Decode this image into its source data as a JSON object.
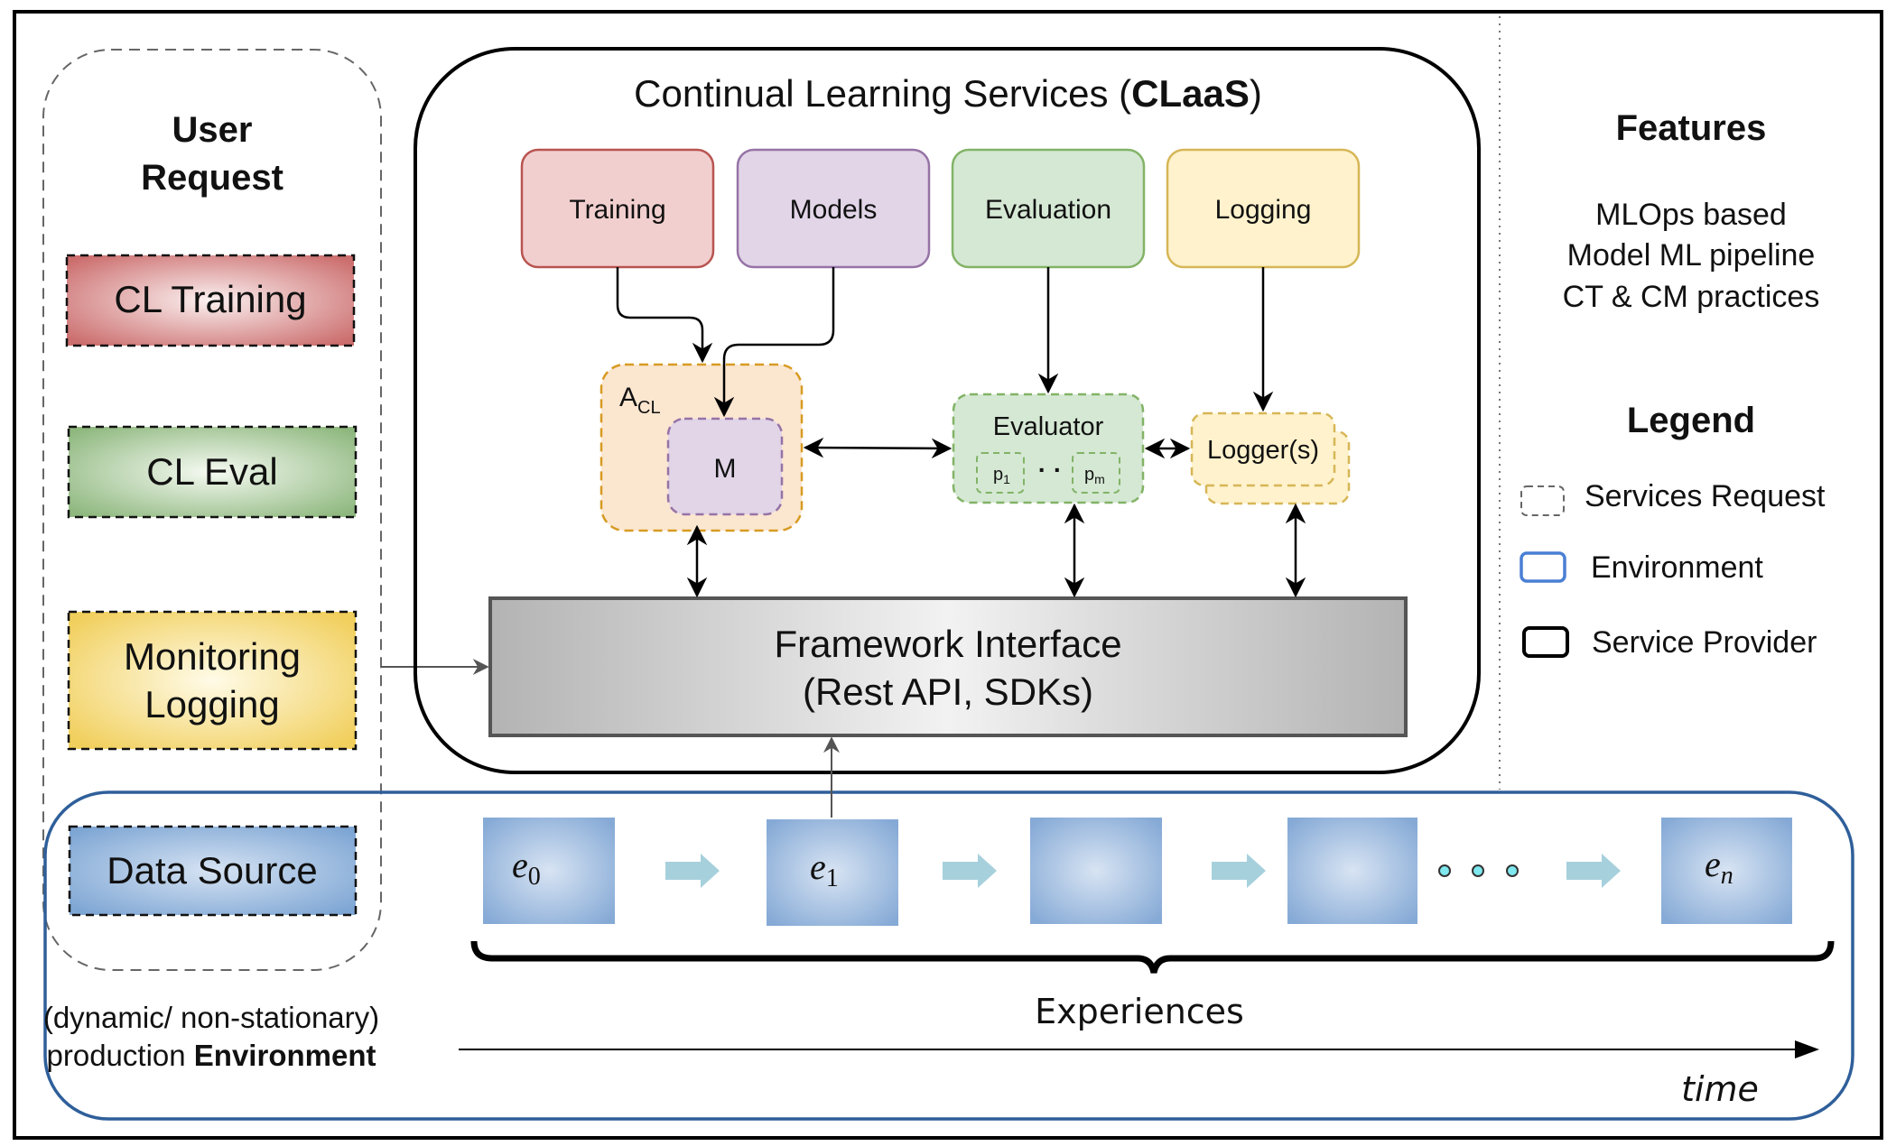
{
  "user_request": {
    "title_line1": "User",
    "title_line2": "Request",
    "items": [
      {
        "label": "CL Training",
        "color": "#cc6e6e"
      },
      {
        "label": "CL Eval",
        "color": "#8fb87f"
      },
      {
        "label_line1": "Monitoring",
        "label_line2": "Logging",
        "color": "#f1cf5c"
      },
      {
        "label": "Data Source",
        "color": "#7ea6d4"
      }
    ]
  },
  "claas": {
    "title_prefix": "Continual Learning Services (",
    "title_bold": "CLaaS",
    "title_suffix": ")",
    "services": [
      {
        "label": "Training",
        "fill": "#f2cfcf",
        "stroke": "#b85450"
      },
      {
        "label": "Models",
        "fill": "#e1d5e7",
        "stroke": "#9673a6"
      },
      {
        "label": "Evaluation",
        "fill": "#d5e8d4",
        "stroke": "#82b366"
      },
      {
        "label": "Logging",
        "fill": "#fff2cc",
        "stroke": "#d6b656"
      }
    ],
    "acl": {
      "label": "A",
      "subscript": "CL",
      "model": "M"
    },
    "evaluator": {
      "label": "Evaluator",
      "p1": "p",
      "p1_sub": "1",
      "dots": "· ·",
      "pm": "p",
      "pm_sub": "m"
    },
    "logger": {
      "label": "Logger(s)"
    },
    "framework": {
      "line1": "Framework Interface",
      "line2": "(Rest API, SDKs)"
    }
  },
  "environment": {
    "experiences": [
      {
        "label": "e",
        "sub": "0"
      },
      {
        "label": "e",
        "sub": "1"
      },
      {
        "label": "",
        "sub": ""
      },
      {
        "label": "",
        "sub": ""
      },
      {
        "label": "e",
        "sub": "n"
      }
    ],
    "experiences_label": "Experiences",
    "caption_line1": "(dynamic/ non-stationary)",
    "caption_line2_prefix": "production ",
    "caption_line2_bold": "Environment",
    "time_label": "time"
  },
  "features": {
    "title": "Features",
    "lines": [
      "MLOps based",
      "Model ML pipeline",
      "CT & CM practices"
    ]
  },
  "legend": {
    "title": "Legend",
    "items": [
      {
        "label": "Services Request",
        "style": "dashed",
        "color": "#666666"
      },
      {
        "label": "Environment",
        "style": "solid",
        "color": "#4a7fd4"
      },
      {
        "label": "Service Provider",
        "style": "solid",
        "color": "#000000"
      }
    ]
  }
}
